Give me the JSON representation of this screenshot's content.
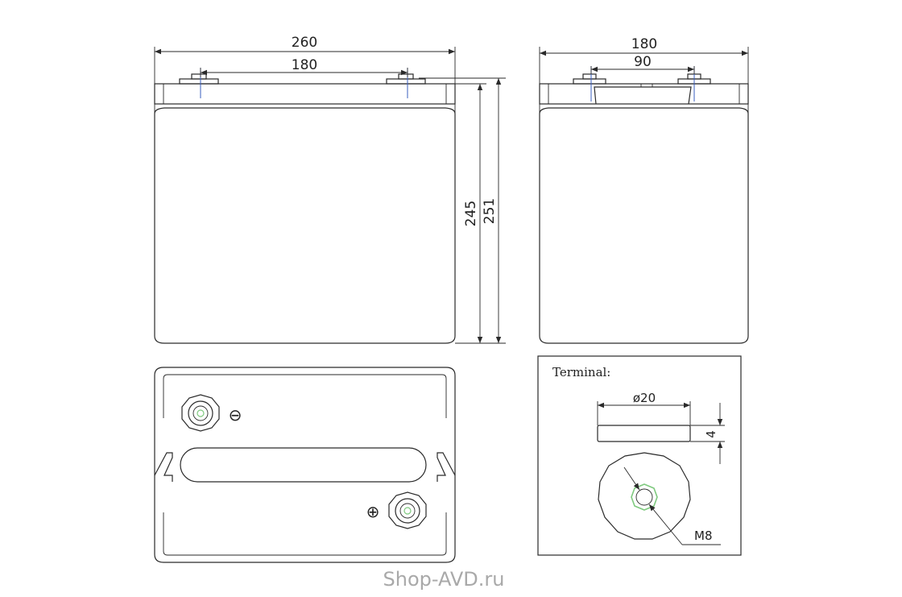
{
  "front_view": {
    "width_total": "260",
    "terminal_spacing": "180",
    "height_case": "245",
    "height_total": "251"
  },
  "side_view": {
    "width_total": "180",
    "terminal_spacing": "90"
  },
  "top_view": {
    "negative_symbol": "⊖",
    "positive_symbol": "⊕"
  },
  "terminal_detail": {
    "title": "Terminal:",
    "diameter": "ø20",
    "thickness": "4",
    "thread": "M8"
  },
  "watermark": "Shop-AVD.ru",
  "colors": {
    "line": "#2a2a2a",
    "accent_blue": "#3a5fbf",
    "accent_green": "#7fc97f",
    "watermark": "#a9a9a9"
  }
}
